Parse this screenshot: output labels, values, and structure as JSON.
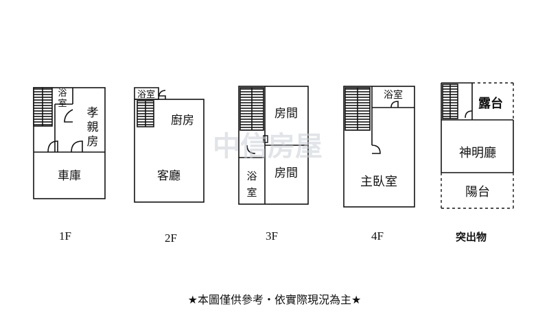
{
  "watermark": "中信房屋",
  "floors": [
    {
      "label": "1F",
      "rooms": [
        "浴",
        "室",
        "孝",
        "親",
        "房",
        "車庫"
      ]
    },
    {
      "label": "2F",
      "rooms": [
        "浴室",
        "廚房",
        "客廳"
      ]
    },
    {
      "label": "3F",
      "rooms": [
        "房間",
        "房間",
        "浴",
        "室"
      ]
    },
    {
      "label": "4F",
      "rooms": [
        "浴室",
        "主臥室"
      ]
    },
    {
      "label": "突出物",
      "rooms": [
        "露台",
        "神明廳",
        "陽台"
      ]
    }
  ],
  "footnote": "★本圖僅供參考・依實際現況為主★",
  "colors": {
    "line": "#111111",
    "watermark": "#c9ced6"
  }
}
